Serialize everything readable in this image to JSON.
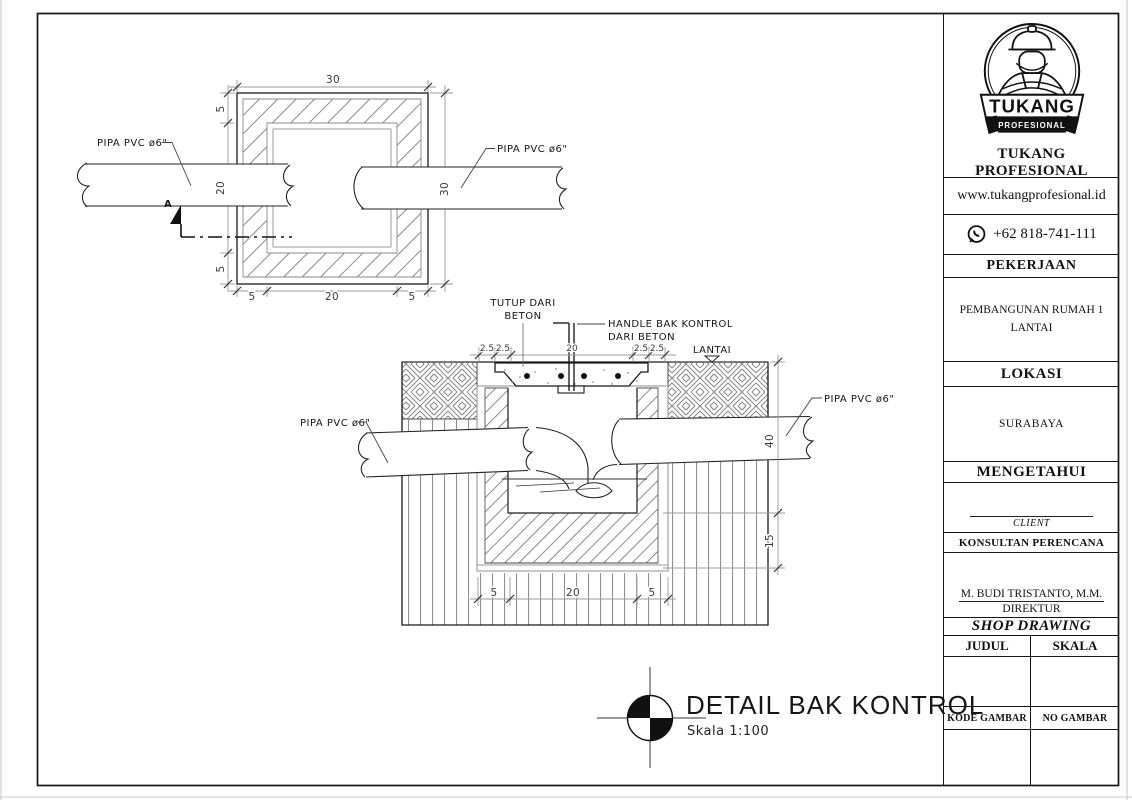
{
  "colors": {
    "ink": "#1a1a1a",
    "hatch_gray": "#8a8a8a",
    "dim_gray": "#999999"
  },
  "title_block": {
    "logo": {
      "banner_text": "TUKANG",
      "ribbon_text": "PROFESIONAL"
    },
    "company": "TUKANG PROFESIONAL",
    "website": "www.tukangprofesional.id",
    "phone": "+62 818-741-111",
    "pekerjaan_label": "PEKERJAAN",
    "pekerjaan_value_line1": "PEMBANGUNAN RUMAH 1",
    "pekerjaan_value_line2": "LANTAI",
    "lokasi_label": "LOKASI",
    "lokasi_value": "SURABAYA",
    "mengetahui_label": "MENGETAHUI",
    "client_label": "CLIENT",
    "konsultan_label": "KONSULTAN PERENCANA",
    "approver_name": "M. BUDI TRISTANTO, M.M.",
    "approver_role": "DIREKTUR",
    "doc_type": "SHOP DRAWING",
    "judul_label": "JUDUL",
    "skala_label": "SKALA",
    "kode_gambar_label": "KODE GAMBAR",
    "no_gambar_label": "NO GAMBAR"
  },
  "drawing": {
    "sheet_title": "DETAIL BAK KONTROL",
    "sheet_scale": "Skala  1:100",
    "plan": {
      "pipe_label_left": "PIPA PVC ø6\"",
      "pipe_label_right": "PIPA PVC ø6\"",
      "dim_top": "30",
      "dim_right": "30",
      "dim_left": [
        "5",
        "20",
        "5"
      ],
      "dim_bottom": [
        "5",
        "20",
        "5"
      ],
      "section_marker": "A"
    },
    "section": {
      "label_cover_line1": "TUTUP DARI",
      "label_cover_line2": "BETON",
      "label_handle_line1": "HANDLE BAK KONTROL",
      "label_handle_line2": "DARI BETON",
      "label_floor": "LANTAI",
      "pipe_label_left": "PIPA PVC ø6\"",
      "pipe_label_right": "PIPA PVC ø6\"",
      "dim_top": [
        "2.5",
        "2.5",
        "20",
        "2.5",
        "2.5"
      ],
      "dim_right": [
        "40",
        "15"
      ],
      "dim_bottom": [
        "5",
        "20",
        "5"
      ]
    }
  }
}
